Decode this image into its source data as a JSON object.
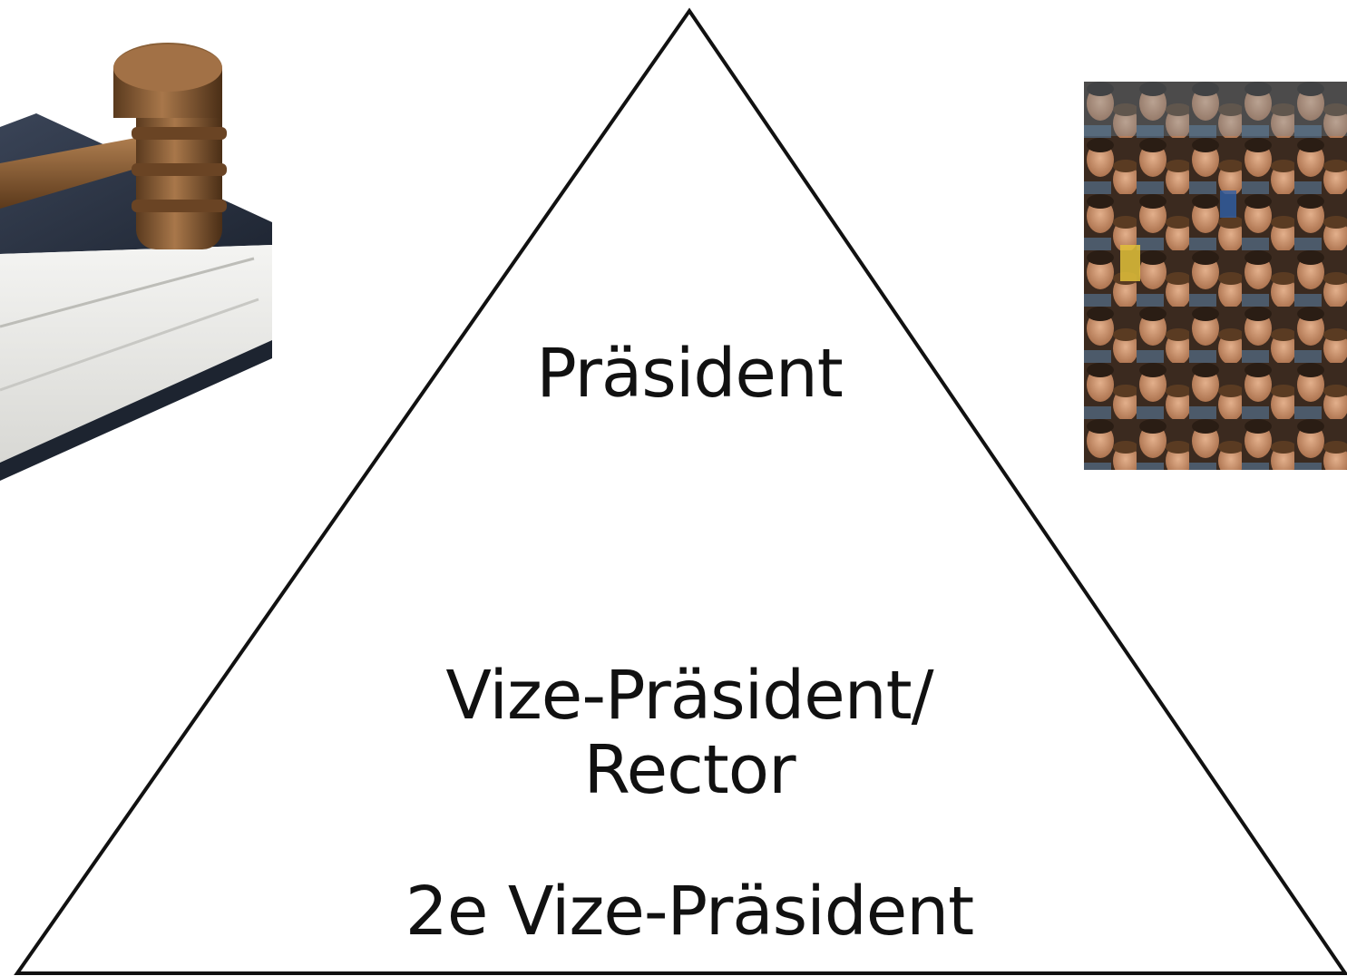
{
  "pyramid": {
    "tiers": [
      {
        "label": "Präsident"
      },
      {
        "label": "Vize-Präsident/\nRector"
      },
      {
        "label": "2e Vize-Präsident"
      }
    ]
  },
  "images": {
    "left": {
      "icon": "gavel-on-book-icon"
    },
    "right": {
      "icon": "crowd-photo-icon"
    }
  },
  "colors": {
    "line": "#111111",
    "text": "#111111",
    "background": "#ffffff"
  }
}
